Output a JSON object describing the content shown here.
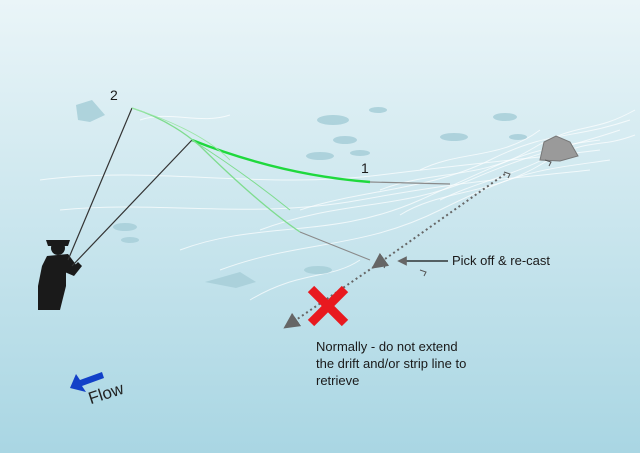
{
  "labels": {
    "position_2": "2",
    "position_1": "1",
    "pick_off": "Pick off & re-cast",
    "warning_line1": "Normally - do not extend",
    "warning_line2": "the drift and/or strip line to",
    "warning_line3": "retrieve",
    "flow": "Flow"
  },
  "colors": {
    "water_top": "#eaf5f8",
    "water_bottom": "#a9d6e3",
    "line_bright": "#1fd93d",
    "line_fade": "#7fdc8f",
    "leader": "#8a8a8a",
    "cross": "#e8191f",
    "flow_arrow": "#1240c8",
    "angler": "#1a1a1a"
  },
  "icons": [
    "angler-icon",
    "fish-icon",
    "rock-icon",
    "fly-icon",
    "cross-icon",
    "arrow-icon"
  ]
}
